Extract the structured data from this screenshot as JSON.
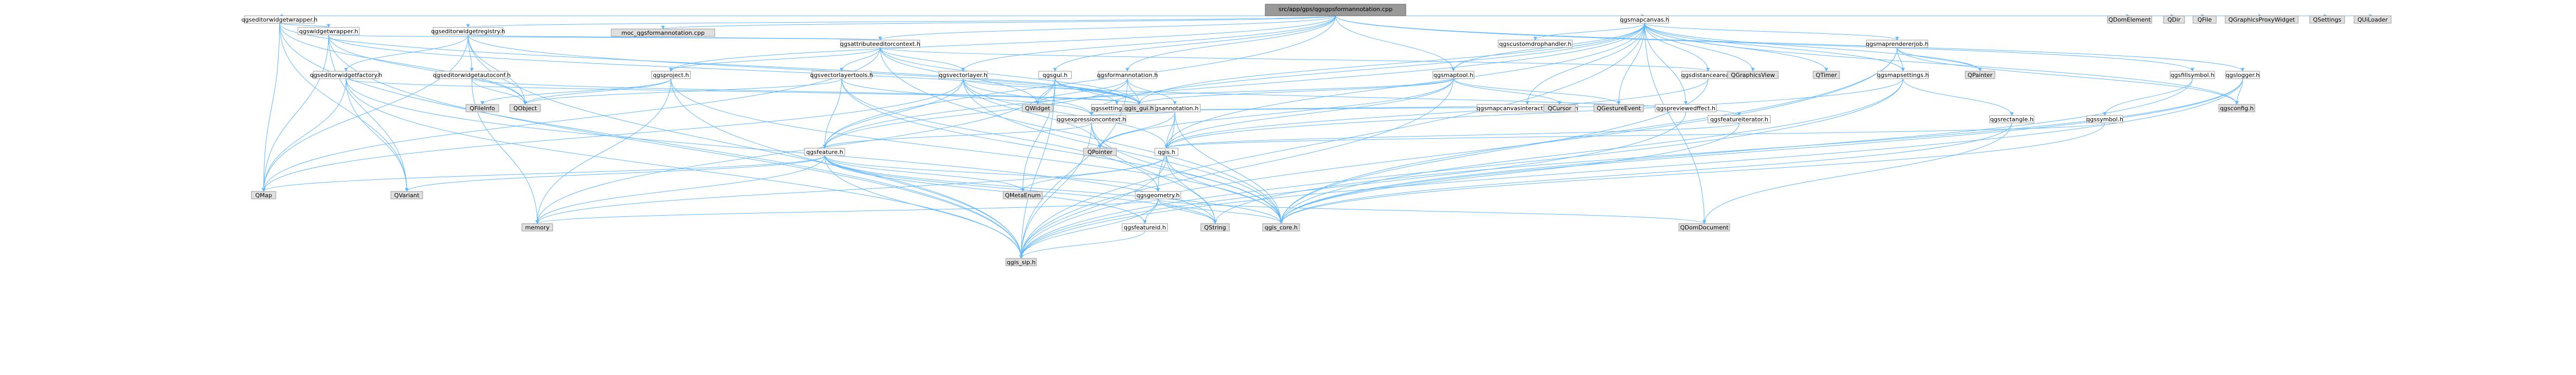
{
  "colors": {
    "root_fill": "#999999",
    "root_border": "#666666",
    "internal_fill": "#ffffff",
    "internal_border": "#999999",
    "internal_title": "#ff0000",
    "plain_title": "#000000",
    "external_fill": "#e0e0e0",
    "external_border": "#999999",
    "edge_blue": "#63b8ff",
    "edge_red": "#ff6b6b",
    "edge_grey": "#b0b0b0",
    "edge_orange": "#ffa500"
  },
  "nodes": {
    "root": {
      "label": "src/app/gps/qgsgpsformannotation.cpp"
    },
    "qgsfeaturegetterwrapper": {
      "label": "qgseditorwidgetwrapper.h"
    },
    "qgseditorwidgetwrapper": {
      "label": "qgswidgetwrapper.h"
    },
    "qgseditorwidgetregistry": {
      "label": "qgseditorwidgetregistry.h"
    },
    "qgsattributeeditorcontext": {
      "label": "qgsattributeeditorcontext.h"
    },
    "qgseditorwidgetfactory": {
      "label": "qgseditorwidgetfactory.h"
    },
    "qgseditorwidgetautoconf": {
      "label": "qgseditorwidgetautoconf.h"
    },
    "qgsproject": {
      "label": "qgsproject.h"
    },
    "qgsvectorlayertools": {
      "label": "qgsvectorlayertools.h"
    },
    "qgsvectorlayer": {
      "label": "qgsvectorlayer.h"
    },
    "qgsgui": {
      "label": "qgsgui.h"
    },
    "qgsformannotation": {
      "label": "qgsformannotation.h"
    },
    "qgsannotation": {
      "label": "qgsannotation.h"
    },
    "qgsexpressioncontext": {
      "label": "qgsexpressioncontext.h"
    },
    "qgsfeature": {
      "label": "qgsfeature.h"
    },
    "qgsgeometry": {
      "label": "qgsgeometry.h"
    },
    "qgsfeatured": {
      "label": "qgsfeatureid.h"
    },
    "qgssettingstree": {
      "label": "qgssettingstree.h"
    },
    "qgsmapcanvas": {
      "label": "qgsmapcanvas.h"
    },
    "qgscustomdrophandler": {
      "label": "qgscustomdrophandler.h"
    },
    "qgsmaptool": {
      "label": "qgsmaptool.h"
    },
    "qgsdistancearea": {
      "label": "qgsdistancearea.h"
    },
    "qgsmapcanvasinteractionblocker": {
      "label": "qgsmapcanvasinteractionblocker.h"
    },
    "qgspreviewedffect": {
      "label": "qgspreviewedffect.h"
    },
    "qgsmaprendererjob": {
      "label": "qgsmaprendererjob.h"
    },
    "qgsmapsettings": {
      "label": "qgsmapsettings.h"
    },
    "qgsrectangle": {
      "label": "qgsrectangle.h"
    },
    "qgsfeatureiterator": {
      "label": "qgsfeatureiterator.h"
    },
    "qgsfillsymbol": {
      "label": "qgsfillsymbol.h"
    },
    "qgssymbol": {
      "label": "qgssymbol.h"
    },
    "qgslogger": {
      "label": "qgslogger.h"
    },
    "qgis": {
      "label": "qgis.h"
    },
    "qgis_core": {
      "label": "qgis_core.h"
    },
    "qgis_gui": {
      "label": "qgis_gui.h"
    },
    "qgis_sip": {
      "label": "qgis_sip.h"
    },
    "qgsconfig": {
      "label": "qgsconfig.h"
    },
    "mscgps": {
      "label": "moc_qgsformannotation.cpp"
    },
    "QMap": {
      "label": "QMap"
    },
    "QVariant": {
      "label": "QVariant"
    },
    "QObject": {
      "label": "QObject"
    },
    "QFileInfo": {
      "label": "QFileInfo"
    },
    "QWidget": {
      "label": "QWidget"
    },
    "QPointer": {
      "label": "QPointer"
    },
    "QMetaEnum": {
      "label": "QMetaEnum"
    },
    "memory": {
      "label": "memory"
    },
    "QString": {
      "label": "QString"
    },
    "QDomDocument": {
      "label": "QDomDocument"
    },
    "QCursor": {
      "label": "QCursor"
    },
    "QGestureEvent": {
      "label": "QGestureEvent"
    },
    "QGraphicsView": {
      "label": "QGraphicsView"
    },
    "QTimer": {
      "label": "QTimer"
    },
    "QPainter": {
      "label": "QPainter"
    },
    "QDomElement": {
      "label": "QDomElement"
    },
    "QDir": {
      "label": "QDir"
    },
    "QFile": {
      "label": "QFile"
    },
    "QGraphicsProxyWidget": {
      "label": "QGraphicsProxyWidget"
    },
    "QSettings": {
      "label": "QSettings"
    },
    "QUiLoader": {
      "label": "QUiLoader"
    }
  },
  "edges": [
    [
      "root",
      "qgsfeaturegetterwrapper",
      "blue"
    ],
    [
      "root",
      "mscgps",
      "blue"
    ],
    [
      "root",
      "qgseditorwidgetregistry",
      "blue"
    ],
    [
      "root",
      "qgsattributeeditorcontext",
      "blue"
    ],
    [
      "root",
      "qgsproject",
      "blue"
    ],
    [
      "root",
      "qgsvectorlayer",
      "blue"
    ],
    [
      "root",
      "qgsgui",
      "blue"
    ],
    [
      "root",
      "qgsformannotation",
      "blue"
    ],
    [
      "root",
      "qgsmapcanvas",
      "blue"
    ],
    [
      "root",
      "qgsmaptool",
      "blue"
    ],
    [
      "root",
      "qgsfillsymbol",
      "blue"
    ],
    [
      "root",
      "qgslogger",
      "blue"
    ],
    [
      "root",
      "qgsfeature",
      "blue"
    ],
    [
      "root",
      "QDomElement",
      "blue"
    ],
    [
      "root",
      "QDir",
      "blue"
    ],
    [
      "root",
      "QFile",
      "blue"
    ],
    [
      "root",
      "QGraphicsProxyWidget",
      "blue"
    ],
    [
      "root",
      "QSettings",
      "blue"
    ],
    [
      "root",
      "QUiLoader",
      "blue"
    ],
    [
      "qgsfeaturegetterwrapper",
      "qgseditorwidgetwrapper",
      "blue"
    ],
    [
      "qgsfeaturegetterwrapper",
      "QMap",
      "blue"
    ],
    [
      "qgsfeaturegetterwrapper",
      "QObject",
      "blue"
    ],
    [
      "qgsfeaturegetterwrapper",
      "qgis_gui",
      "blue"
    ],
    [
      "qgsfeaturegetterwrapper",
      "qgis_sip",
      "blue"
    ],
    [
      "qgsfeaturegetterwrapper",
      "QVariant",
      "blue"
    ],
    [
      "qgseditorwidgetwrapper",
      "qgsattributeeditorcontext",
      "blue"
    ],
    [
      "qgseditorwidgetwrapper",
      "QMap",
      "blue"
    ],
    [
      "qgseditorwidgetwrapper",
      "QObject",
      "blue"
    ],
    [
      "qgseditorwidgetwrapper",
      "QVariant",
      "blue"
    ],
    [
      "qgseditorwidgetwrapper",
      "qgis_sip",
      "blue"
    ],
    [
      "qgseditorwidgetwrapper",
      "qgis_gui",
      "blue"
    ],
    [
      "qgseditorwidgetregistry",
      "qgsattributeeditorcontext",
      "blue"
    ],
    [
      "qgseditorwidgetregistry",
      "qgseditorwidgetfactory",
      "blue"
    ],
    [
      "qgseditorwidgetregistry",
      "qgseditorwidgetautoconf",
      "blue"
    ],
    [
      "qgseditorwidgetregistry",
      "QMap",
      "blue"
    ],
    [
      "qgseditorwidgetregistry",
      "QObject",
      "blue"
    ],
    [
      "qgseditorwidgetregistry",
      "qgis_sip",
      "blue"
    ],
    [
      "qgseditorwidgetregistry",
      "qgis_gui",
      "blue"
    ],
    [
      "qgsattributeeditorcontext",
      "qgsproject",
      "blue"
    ],
    [
      "qgsattributeeditorcontext",
      "qgsvectorlayertools",
      "blue"
    ],
    [
      "qgsattributeeditorcontext",
      "qgsvectorlayer",
      "blue"
    ],
    [
      "qgsattributeeditorcontext",
      "qgsdistancearea",
      "blue"
    ],
    [
      "qgsattributeeditorcontext",
      "QWidget",
      "blue"
    ],
    [
      "qgsattributeeditorcontext",
      "qgis_gui",
      "blue"
    ],
    [
      "qgsattributeeditorcontext",
      "qgis_core",
      "blue"
    ],
    [
      "qgsattributeeditorcontext",
      "QMap",
      "blue"
    ],
    [
      "qgseditorwidgetfactory",
      "QVariant",
      "blue"
    ],
    [
      "qgseditorwidgetfactory",
      "QMap",
      "blue"
    ],
    [
      "qgseditorwidgetfactory",
      "qgis_gui",
      "blue"
    ],
    [
      "qgseditorwidgetfactory",
      "qgis_sip",
      "blue"
    ],
    [
      "qgseditorwidgetfactory",
      "QString",
      "blue"
    ],
    [
      "qgseditorwidgetautoconf",
      "QObject",
      "blue"
    ],
    [
      "qgseditorwidgetautoconf",
      "qgis_gui",
      "blue"
    ],
    [
      "qgseditorwidgetautoconf",
      "memory",
      "blue"
    ],
    [
      "qgsproject",
      "QObject",
      "blue"
    ],
    [
      "qgsproject",
      "QFileInfo",
      "blue"
    ],
    [
      "qgsproject",
      "qgis_core",
      "blue"
    ],
    [
      "qgsproject",
      "qgis_sip",
      "blue"
    ],
    [
      "qgsproject",
      "memory",
      "blue"
    ],
    [
      "qgsvectorlayertools",
      "QObject",
      "blue"
    ],
    [
      "qgsvectorlayertools",
      "qgis_core",
      "blue"
    ],
    [
      "qgsvectorlayertools",
      "qgsfeature",
      "blue"
    ],
    [
      "qgsvectorlayertools",
      "qgsgeometry",
      "blue"
    ],
    [
      "qgsvectorlayertools",
      "qgsexpressioncontext",
      "blue"
    ],
    [
      "qgsvectorlayer",
      "qgis_core",
      "blue"
    ],
    [
      "qgsvectorlayer",
      "QMap",
      "blue"
    ],
    [
      "qgsvectorlayer",
      "QPointer",
      "blue"
    ],
    [
      "qgsvectorlayer",
      "qgsfeature",
      "blue"
    ],
    [
      "qgsvectorlayer",
      "qgsexpressioncontext",
      "blue"
    ],
    [
      "qgsvectorlayer",
      "qgsfeatureiterator",
      "blue"
    ],
    [
      "qgsvectorlayer",
      "qgis",
      "blue"
    ],
    [
      "qgsgui",
      "QWidget",
      "blue"
    ],
    [
      "qgsgui",
      "qgis_gui",
      "blue"
    ],
    [
      "qgsgui",
      "qgis_sip",
      "blue"
    ],
    [
      "qgsgui",
      "memory",
      "blue"
    ],
    [
      "qgsgui",
      "qgssettingstree",
      "blue"
    ],
    [
      "qgsgui",
      "QMetaEnum",
      "blue"
    ],
    [
      "qgsformannotation",
      "qgis_gui",
      "blue"
    ],
    [
      "qgsformannotation",
      "qgsannotation",
      "blue"
    ],
    [
      "qgsformannotation",
      "QWidget",
      "blue"
    ],
    [
      "qgsformannotation",
      "qgis_sip",
      "blue"
    ],
    [
      "qgsformannotation",
      "qgsfeature",
      "blue"
    ],
    [
      "qgsannotation",
      "qgis",
      "blue"
    ],
    [
      "qgsannotation",
      "qgis_core",
      "blue"
    ],
    [
      "qgsannotation",
      "QPointer",
      "blue"
    ],
    [
      "qgsannotation",
      "qgsgeometry",
      "blue"
    ],
    [
      "qgsannotation",
      "qgsexpressioncontext",
      "blue"
    ],
    [
      "qgsexpressioncontext",
      "qgsfeature",
      "blue"
    ],
    [
      "qgsexpressioncontext",
      "qgis_core",
      "blue"
    ],
    [
      "qgsexpressioncontext",
      "qgis_sip",
      "blue"
    ],
    [
      "qgsexpressioncontext",
      "QString",
      "blue"
    ],
    [
      "qgsfeature",
      "QMap",
      "blue"
    ],
    [
      "qgsfeature",
      "QVariant",
      "blue"
    ],
    [
      "qgsfeature",
      "memory",
      "blue"
    ],
    [
      "qgsfeature",
      "qgis_core",
      "blue"
    ],
    [
      "qgsfeature",
      "qgis_sip",
      "blue"
    ],
    [
      "qgsfeature",
      "qgsfeatured",
      "blue"
    ],
    [
      "qgsfeature",
      "qgsgeometry",
      "blue"
    ],
    [
      "qgsfeature",
      "QString",
      "blue"
    ],
    [
      "qgsfeature",
      "QMetaEnum",
      "blue"
    ],
    [
      "qgsgeometry",
      "qgis_core",
      "blue"
    ],
    [
      "qgsgeometry",
      "qgis_sip",
      "blue"
    ],
    [
      "qgsgeometry",
      "memory",
      "blue"
    ],
    [
      "qgsgeometry",
      "QDomDocument",
      "blue"
    ],
    [
      "qgsgeometry",
      "QString",
      "blue"
    ],
    [
      "qgsgeometry",
      "qgsfeatured",
      "blue"
    ],
    [
      "qgsfeatured",
      "qgis_sip",
      "blue"
    ],
    [
      "qgsmapcanvas",
      "qgis_gui",
      "blue"
    ],
    [
      "qgsmapcanvas",
      "qgscustomdrophandler",
      "blue"
    ],
    [
      "qgsmapcanvas",
      "qgsmaptool",
      "blue"
    ],
    [
      "qgsmapcanvas",
      "qgsdistancearea",
      "blue"
    ],
    [
      "qgsmapcanvas",
      "qgsmapcanvasinteractionblocker",
      "blue"
    ],
    [
      "qgsmapcanvas",
      "qgspreviewedffect",
      "blue"
    ],
    [
      "qgsmapcanvas",
      "qgsmaprendererjob",
      "blue"
    ],
    [
      "qgsmapcanvas",
      "qgsmapsettings",
      "blue"
    ],
    [
      "qgsmapcanvas",
      "QGraphicsView",
      "blue"
    ],
    [
      "qgsmapcanvas",
      "QTimer",
      "blue"
    ],
    [
      "qgsmapcanvas",
      "QPainter",
      "blue"
    ],
    [
      "qgsmapcanvas",
      "qgsconfig",
      "blue"
    ],
    [
      "qgsmapcanvas",
      "qgis",
      "blue"
    ],
    [
      "qgsmapcanvas",
      "QDomDocument",
      "blue"
    ],
    [
      "qgsmapcanvas",
      "qgsfeature",
      "blue"
    ],
    [
      "qgsmapcanvas",
      "qgsexpressioncontext",
      "blue"
    ],
    [
      "qgsmapcanvas",
      "QGestureEvent",
      "blue"
    ],
    [
      "qgsmapcanvas",
      "qgis_sip",
      "blue"
    ],
    [
      "qgsmaptool",
      "qgis_gui",
      "blue"
    ],
    [
      "qgsmaptool",
      "QCursor",
      "blue"
    ],
    [
      "qgsmaptool",
      "QGestureEvent",
      "blue"
    ],
    [
      "qgsmaptool",
      "QPointer",
      "blue"
    ],
    [
      "qgsmaptool",
      "qgis",
      "blue"
    ],
    [
      "qgsmaptool",
      "QWidget",
      "blue"
    ],
    [
      "qgsmaptool",
      "qgis_sip",
      "blue"
    ],
    [
      "qgsdistancearea",
      "qgis_core",
      "blue"
    ],
    [
      "qgsdistancearea",
      "qgis",
      "blue"
    ],
    [
      "qgsmapcanvasinteractionblocker",
      "qgis_gui",
      "blue"
    ],
    [
      "qgspreviewedffect",
      "qgis_gui",
      "blue"
    ],
    [
      "qgspreviewedffect",
      "qgis_sip",
      "blue"
    ],
    [
      "qgsmaprendererjob",
      "qgsmapsettings",
      "blue"
    ],
    [
      "qgsmaprendererjob",
      "qgis_core",
      "blue"
    ],
    [
      "qgsmaprendererjob",
      "QPainter",
      "blue"
    ],
    [
      "qgsmaprendererjob",
      "qgsconfig",
      "blue"
    ],
    [
      "qgsmaprendererjob",
      "qgis_sip",
      "blue"
    ],
    [
      "qgsmapsettings",
      "qgis_core",
      "blue"
    ],
    [
      "qgsmapsettings",
      "qgsrectangle",
      "blue"
    ],
    [
      "qgsmapsettings",
      "qgis_sip",
      "blue"
    ],
    [
      "qgsmapsettings",
      "qgis",
      "blue"
    ],
    [
      "qgsrectangle",
      "qgis_core",
      "blue"
    ],
    [
      "qgsrectangle",
      "QDomDocument",
      "blue"
    ],
    [
      "qgsfeatureiterator",
      "qgis_core",
      "blue"
    ],
    [
      "qgsfeatureiterator",
      "qgis",
      "blue"
    ],
    [
      "qgsfillsymbol",
      "qgis_core",
      "blue"
    ],
    [
      "qgsfillsymbol",
      "qgssymbol",
      "blue"
    ],
    [
      "qgssymbol",
      "qgis",
      "blue"
    ],
    [
      "qgssymbol",
      "qgis_core",
      "blue"
    ],
    [
      "qgslogger",
      "qgis_core",
      "blue"
    ],
    [
      "qgslogger",
      "qgsconfig",
      "blue"
    ],
    [
      "qgslogger",
      "QString",
      "blue"
    ],
    [
      "qgslogger",
      "qgis_sip",
      "blue"
    ],
    [
      "qgis",
      "qgis_core",
      "blue"
    ],
    [
      "qgis",
      "qgis_sip",
      "blue"
    ],
    [
      "qgis",
      "QMetaEnum",
      "blue"
    ],
    [
      "qgis",
      "memory",
      "blue"
    ],
    [
      "qgis",
      "QString",
      "blue"
    ]
  ]
}
